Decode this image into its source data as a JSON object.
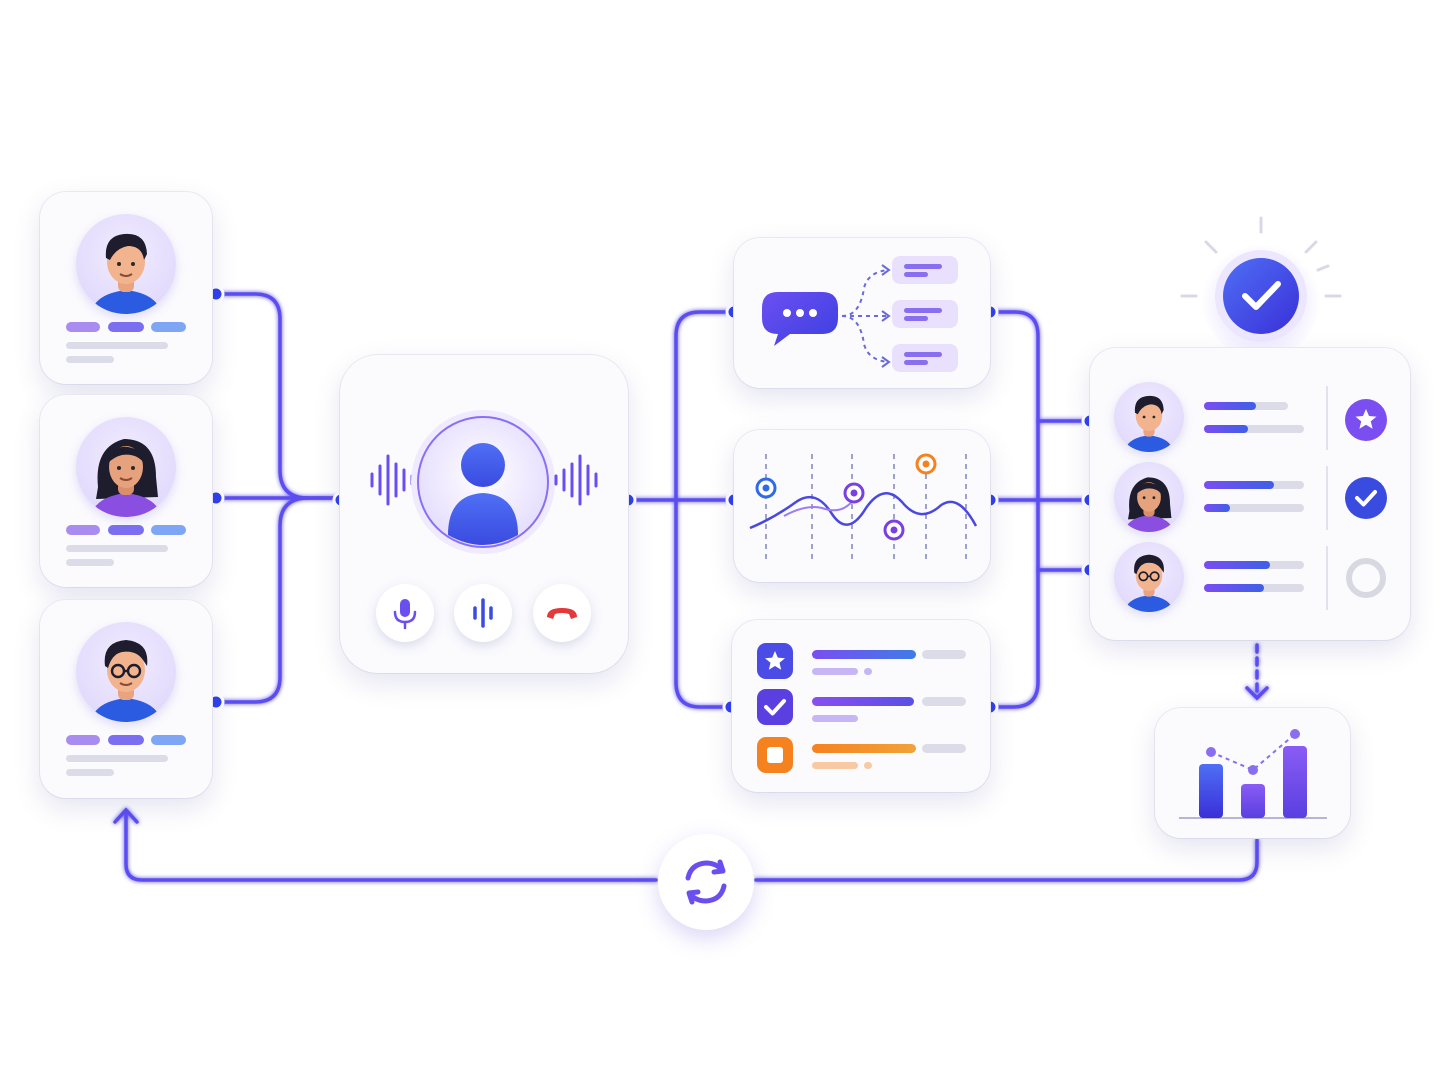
{
  "colors": {
    "accent": "#4f46e5",
    "accent_violet": "#7c4dff",
    "connector": "#5b4df0",
    "hangup_red": "#e23a3a",
    "warning_orange": "#f5821f",
    "card_bg": "#fbfbfe",
    "placeholder_gray": "#dcdce8"
  },
  "participants": [
    {
      "name": "person-short-hair",
      "icon": "avatar-man-icon"
    },
    {
      "name": "person-long-hair",
      "icon": "avatar-woman-icon"
    },
    {
      "name": "person-glasses",
      "icon": "avatar-man-glasses-icon"
    }
  ],
  "call_panel": {
    "icon": "caller-avatar-icon",
    "controls": [
      "microphone-icon",
      "audio-wave-icon",
      "hang-up-icon"
    ]
  },
  "analysis_panels": [
    "chat-routing-panel",
    "sentiment-timeline-panel",
    "task-checklist-panel"
  ],
  "results": {
    "badge_icon": "verified-check-icon",
    "rows": [
      {
        "status": "star",
        "icon": "star-badge-icon",
        "bar1": 0.6,
        "bar2": 0.45
      },
      {
        "status": "checked",
        "icon": "check-badge-icon",
        "bar1": 0.7,
        "bar2": 0.25
      },
      {
        "status": "pending",
        "icon": "empty-circle-icon",
        "bar1": 0.65,
        "bar2": 0.6
      }
    ]
  },
  "report": {
    "icon": "bar-chart-icon",
    "bars": [
      0.6,
      0.37,
      0.74
    ]
  },
  "feedback_loop": {
    "icon": "refresh-cycle-icon"
  }
}
